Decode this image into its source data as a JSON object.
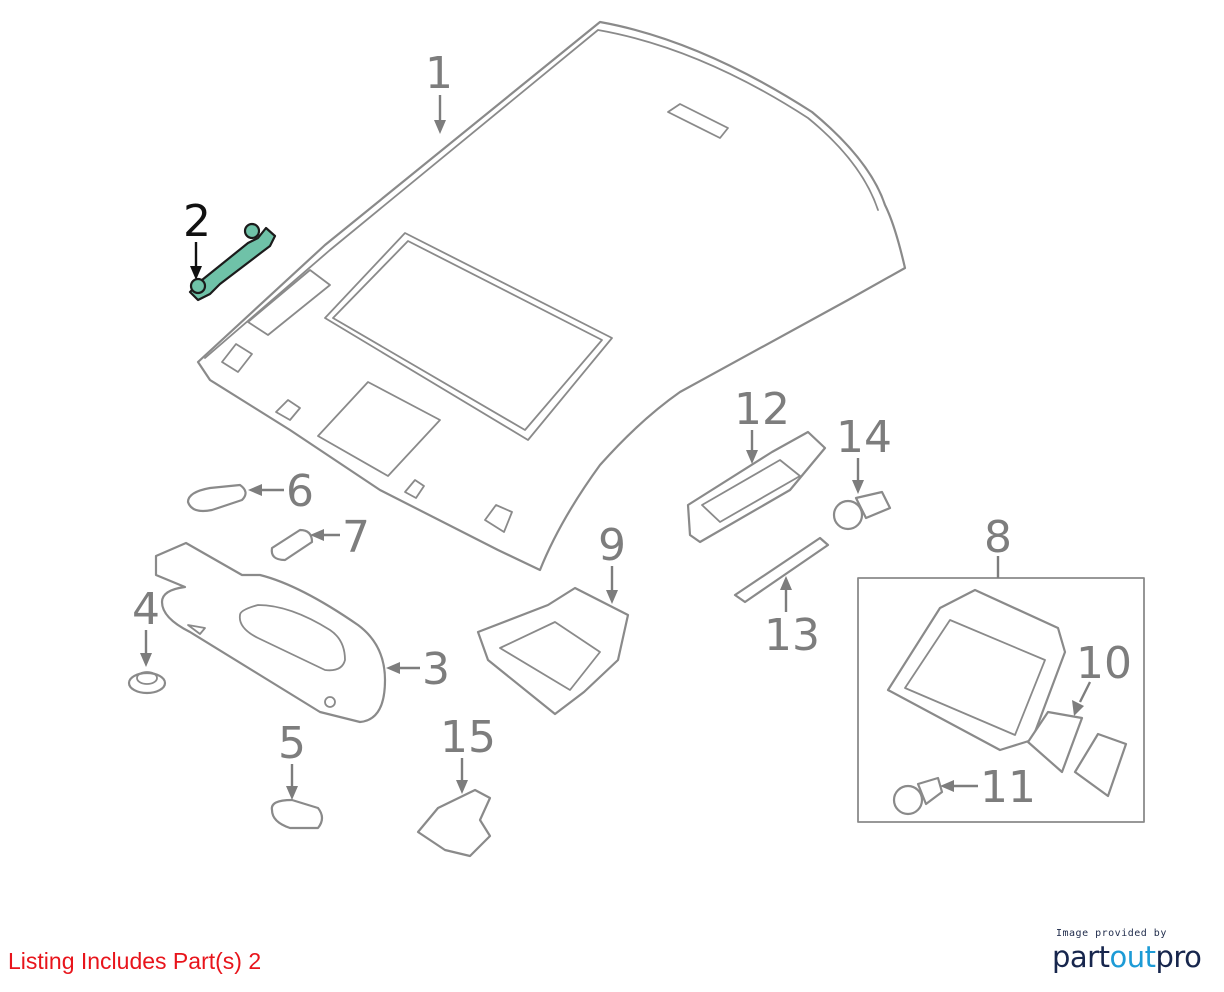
{
  "callouts": [
    {
      "id": "1",
      "label": "1"
    },
    {
      "id": "2",
      "label": "2"
    },
    {
      "id": "3",
      "label": "3"
    },
    {
      "id": "4",
      "label": "4"
    },
    {
      "id": "5",
      "label": "5"
    },
    {
      "id": "6",
      "label": "6"
    },
    {
      "id": "7",
      "label": "7"
    },
    {
      "id": "8",
      "label": "8"
    },
    {
      "id": "9",
      "label": "9"
    },
    {
      "id": "10",
      "label": "10"
    },
    {
      "id": "11",
      "label": "11"
    },
    {
      "id": "12",
      "label": "12"
    },
    {
      "id": "13",
      "label": "13"
    },
    {
      "id": "14",
      "label": "14"
    },
    {
      "id": "15",
      "label": "15"
    }
  ],
  "highlighted_part": "2",
  "highlight_color": "#6fc2a8",
  "listing_text": "Listing Includes Part(s) 2",
  "listing_color": "#e8141b",
  "credit": {
    "small": "Image provided by",
    "brand_part1": "part",
    "brand_part2": "out",
    "brand_part3": "pro"
  }
}
